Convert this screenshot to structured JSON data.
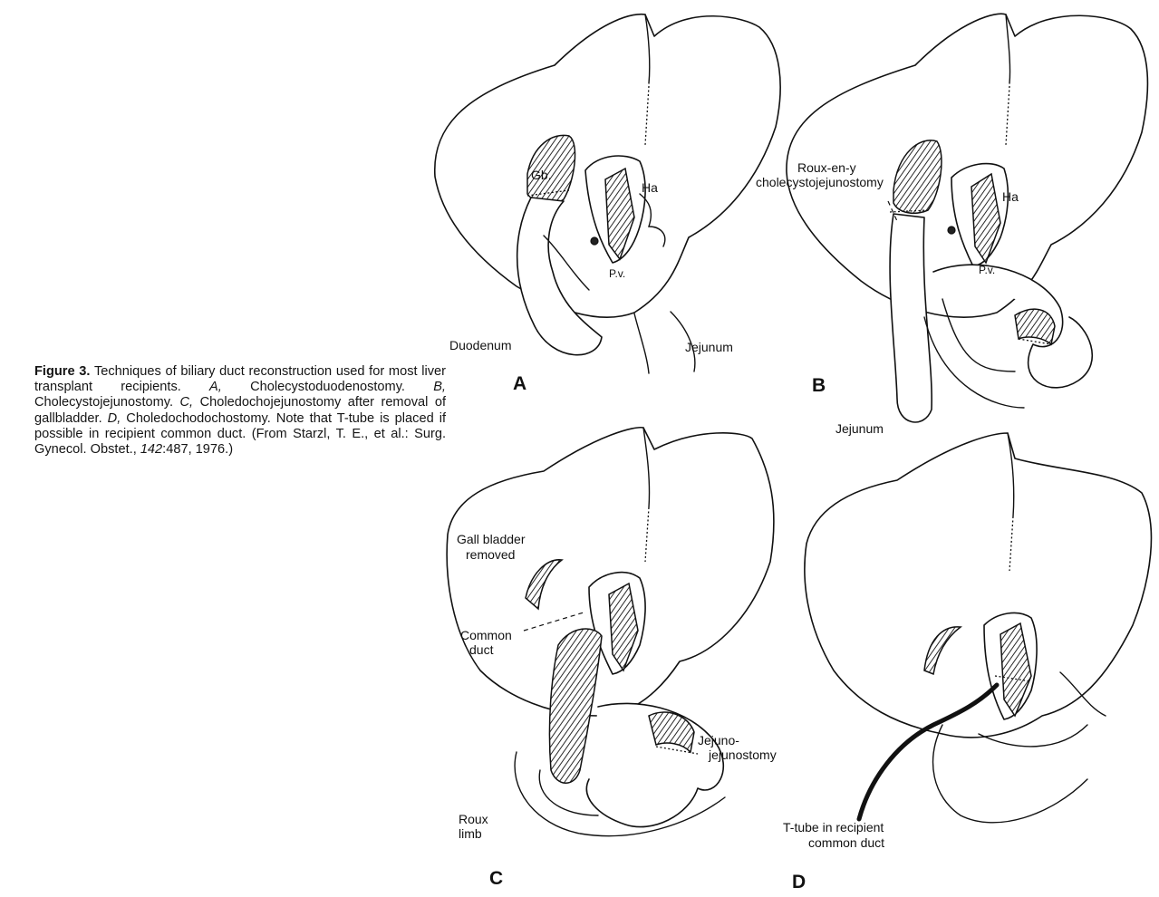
{
  "caption": {
    "lead": "Figure 3.",
    "text": "Techniques of biliary duct reconstruction used for most liver transplant recipients.",
    "part_a": "A,",
    "part_a_text": "Cholecystoduodenostomy.",
    "part_b": "B,",
    "part_b_text": "Cholecystojejunostomy.",
    "part_c": "C,",
    "part_c_text": "Choledochojejunostomy after removal of gallbladder.",
    "part_d": "D,",
    "part_d_text": "Choledochodochostomy. Note that T-tube is placed if possible in recipient common duct. (From Starzl, T. E., et al.: Surg. Gynecol. Obstet.,",
    "volume": "142",
    "citation_end": ":487, 1976.)"
  },
  "panels": {
    "a": {
      "letter": "A",
      "gb": "Gb.",
      "ha": "Ha",
      "pv": "P.v.",
      "duodenum": "Duodenum",
      "jejunum": "Jejunum"
    },
    "b": {
      "letter": "B",
      "roux_line1": "Roux-en-y",
      "roux_line2": "cholecystojejunostomy",
      "ha": "Ha",
      "pv": "P.v.",
      "jejunum": "Jejunum"
    },
    "c": {
      "letter": "C",
      "gb_removed_line1": "Gall bladder",
      "gb_removed_line2": "removed",
      "common_duct_line1": "Common",
      "common_duct_line2": "duct",
      "jj_line1": "Jejuno-",
      "jj_line2": "jejunostomy",
      "roux_line1": "Roux",
      "roux_line2": "limb"
    },
    "d": {
      "letter": "D",
      "ttube_line1": "T-tube in recipient",
      "ttube_line2": "common duct"
    }
  }
}
